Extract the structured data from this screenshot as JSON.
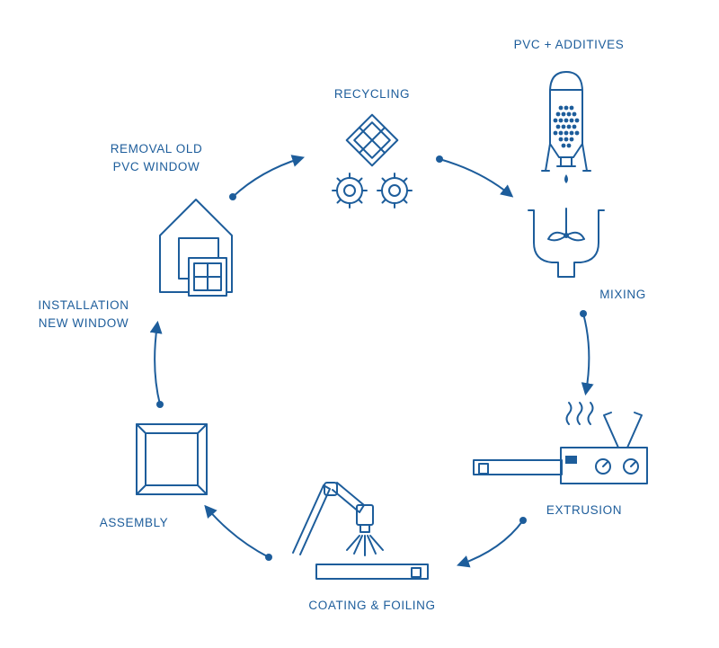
{
  "labels": {
    "pvc_additives": "PVC + ADDITIVES",
    "recycling": "RECYCLING",
    "removal_line1": "REMOVAL OLD",
    "removal_line2": "PVC WINDOW",
    "mixing": "MIXING",
    "installation_line1": "INSTALLATION",
    "installation_line2": "NEW WINDOW",
    "extrusion": "EXTRUSION",
    "assembly": "ASSEMBLY",
    "coating_foiling": "COATING & FOILING"
  },
  "colors": {
    "primary": "#1d5d9b",
    "background": "#ffffff"
  },
  "icons": [
    "silo-icon",
    "recycling-window-icon",
    "gears-icon",
    "mixer-icon",
    "house-window-icon",
    "extruder-icon",
    "window-frame-icon",
    "robot-arm-icon"
  ]
}
